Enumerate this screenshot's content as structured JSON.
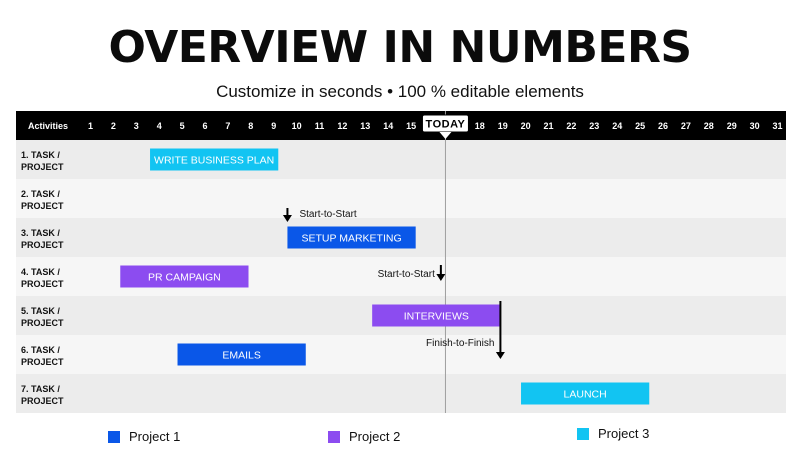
{
  "title": "OVERVIEW IN NUMBERS",
  "subtitle": "Customize in seconds • 100 % editable elements",
  "chart_data": {
    "type": "gantt",
    "header_label": "Activities",
    "days": [
      1,
      2,
      3,
      4,
      5,
      6,
      7,
      8,
      9,
      10,
      11,
      12,
      13,
      14,
      15,
      16,
      17,
      18,
      19,
      20,
      21,
      22,
      23,
      24,
      25,
      26,
      27,
      28,
      29,
      30,
      31
    ],
    "today_label": "TODAY",
    "today_day": 16.5,
    "rows": [
      {
        "label": [
          "1. TASK /",
          "PROJECT"
        ]
      },
      {
        "label": [
          "2. TASK /",
          "PROJECT"
        ]
      },
      {
        "label": [
          "3. TASK /",
          "PROJECT"
        ]
      },
      {
        "label": [
          "4. TASK /",
          "PROJECT"
        ]
      },
      {
        "label": [
          "5. TASK /",
          "PROJECT"
        ]
      },
      {
        "label": [
          "6. TASK /",
          "PROJECT"
        ]
      },
      {
        "label": [
          "7. TASK /",
          "PROJECT"
        ]
      }
    ],
    "tasks": [
      {
        "row": 0,
        "name": "WRITE BUSINESS PLAN",
        "start": 3.6,
        "end": 9.2,
        "project": 2
      },
      {
        "row": 2,
        "name": "SETUP MARKETING",
        "start": 9.6,
        "end": 15.2,
        "project": 0
      },
      {
        "row": 3,
        "name": "PR CAMPAIGN",
        "start": 2.3,
        "end": 7.9,
        "project": 1
      },
      {
        "row": 4,
        "name": "INTERVIEWS",
        "start": 13.3,
        "end": 18.9,
        "project": 1
      },
      {
        "row": 5,
        "name": "EMAILS",
        "start": 4.8,
        "end": 10.4,
        "project": 0
      },
      {
        "row": 6,
        "name": "LAUNCH",
        "start": 19.8,
        "end": 25.4,
        "project": 2
      }
    ],
    "dependencies": [
      {
        "label": "Start-to-Start",
        "day": 9.6,
        "row": 2,
        "direction": "down",
        "label_side": "right"
      },
      {
        "label": "Start-to-Start",
        "day": 16.3,
        "row": 3,
        "direction": "down",
        "label_side": "left"
      },
      {
        "label": "Finish-to-Finish",
        "day": 18.9,
        "row": 4,
        "direction": "down",
        "label_side": "left"
      }
    ],
    "legend": [
      {
        "name": "Project 1",
        "color": "#0a57e8"
      },
      {
        "name": "Project 2",
        "color": "#8c4cf0"
      },
      {
        "name": "Project 3",
        "color": "#12c4f2"
      }
    ],
    "colors": {
      "header_bg": "#000000",
      "row_a": "#ececec",
      "row_b": "#f6f6f6",
      "today_line": "#9e9e9e"
    }
  }
}
